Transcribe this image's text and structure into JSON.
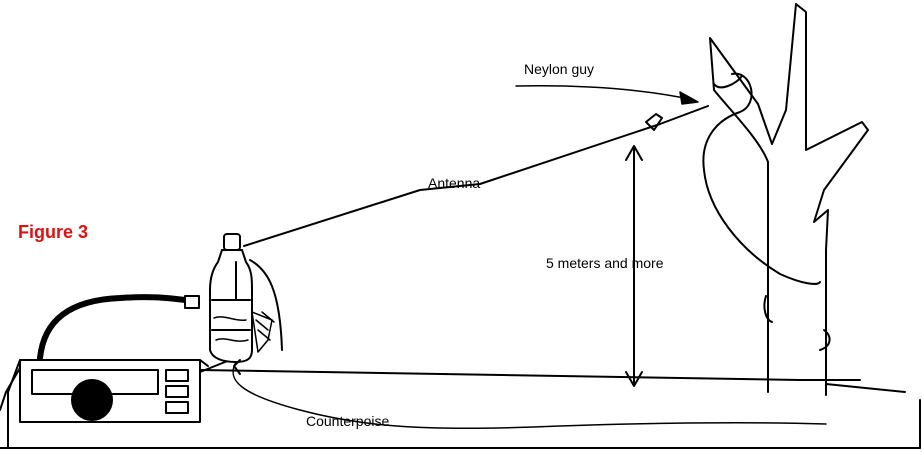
{
  "figure_label": "Figure 3",
  "figure_label_color": "#e01010",
  "labels": {
    "guy": "Neylon guy",
    "antenna": "Antenna",
    "height": "5 meters and more",
    "counterpoise": "Counterpoise"
  },
  "icons": [
    "radio-transceiver-icon",
    "bottle-tuner-icon",
    "tree-icon"
  ]
}
